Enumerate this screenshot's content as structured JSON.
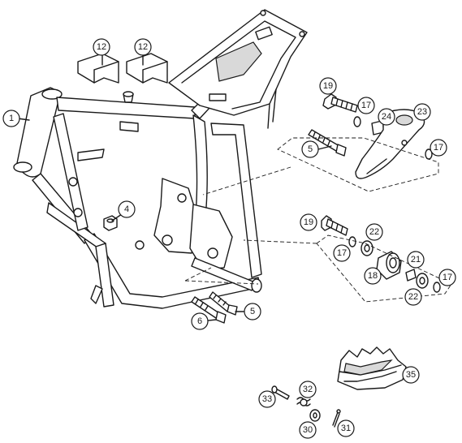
{
  "callouts": {
    "c1": "1",
    "c4": "4",
    "c5a": "5",
    "c5b": "5",
    "c6": "6",
    "c12a": "12",
    "c12b": "12",
    "c17a": "17",
    "c17b": "17",
    "c17c": "17",
    "c17d": "17",
    "c18": "18",
    "c19a": "19",
    "c19b": "19",
    "c21": "21",
    "c22a": "22",
    "c22b": "22",
    "c23": "23",
    "c24": "24",
    "c30": "30",
    "c31": "31",
    "c32": "32",
    "c33": "33",
    "c35": "35"
  },
  "colors": {
    "line": "#1a1a1a",
    "fill": "#ffffff",
    "shade": "#d9d9d9"
  }
}
